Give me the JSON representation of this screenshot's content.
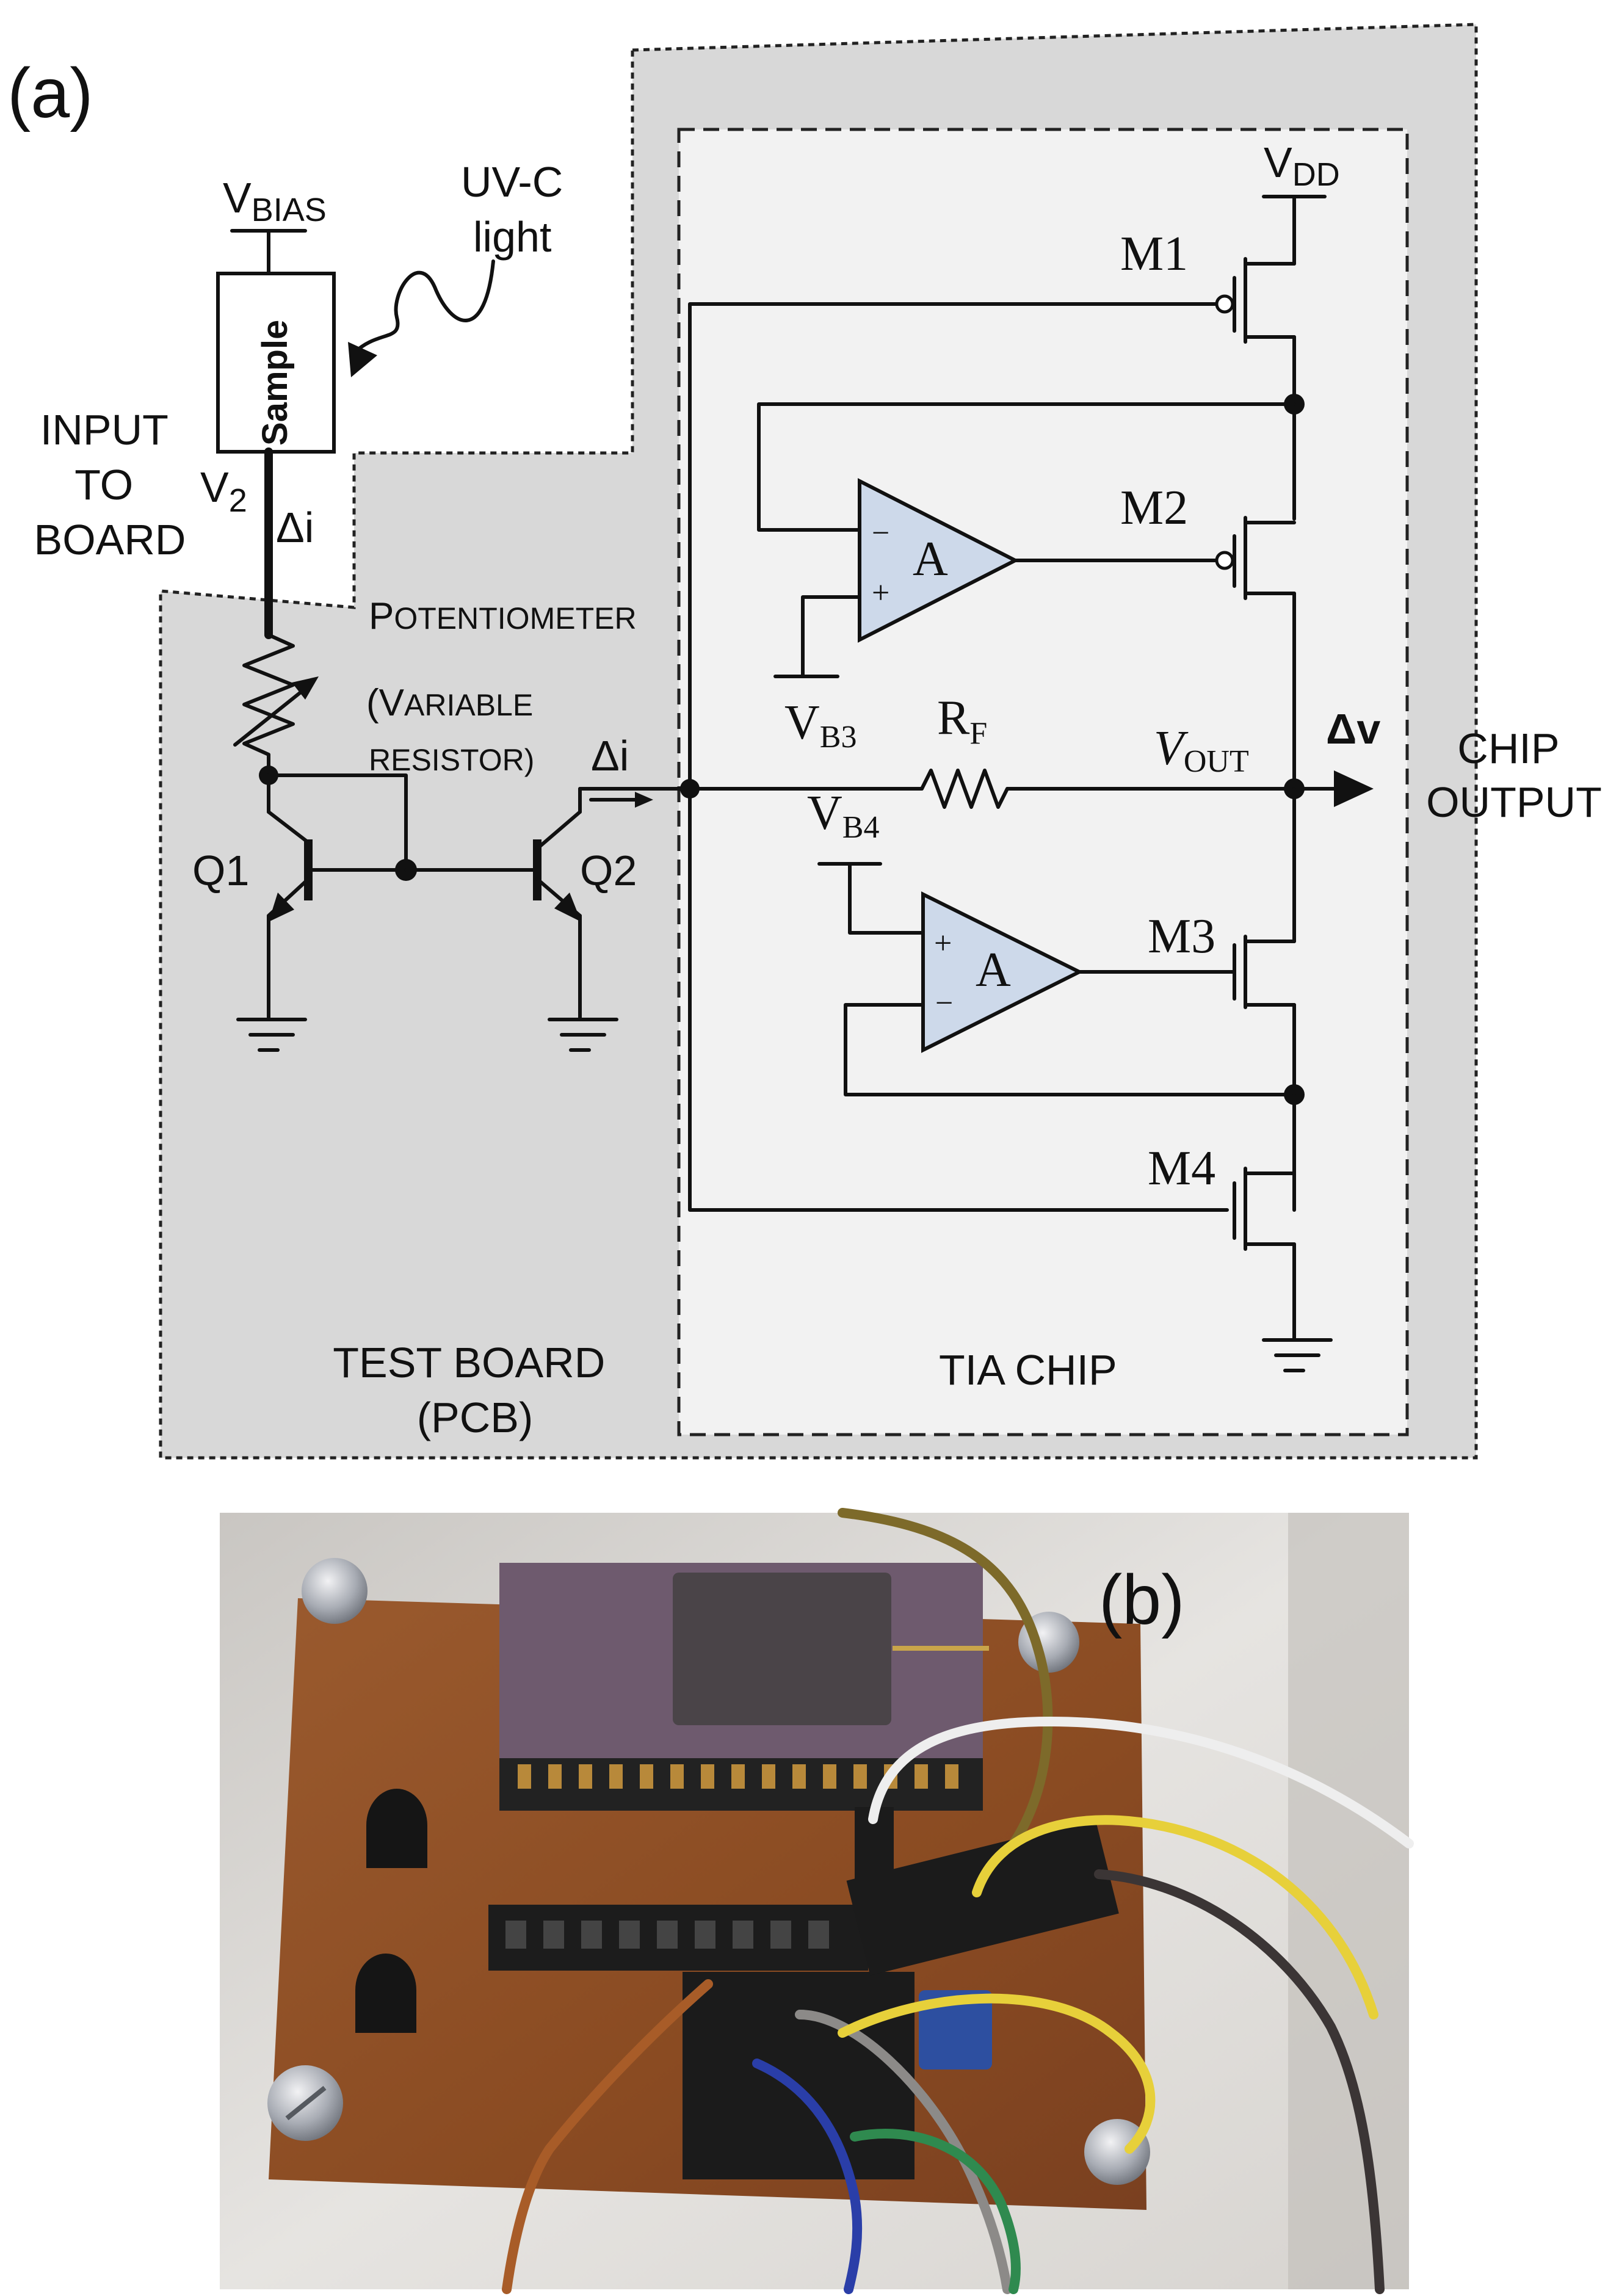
{
  "panel_a": {
    "panel_label": "(a)",
    "vbias": {
      "main": "V",
      "sub": "BIAS"
    },
    "uv_label": [
      "UV-C",
      "light"
    ],
    "sample_label": "Sample",
    "input_to_board": [
      "INPUT",
      "TO",
      "BOARD"
    ],
    "v2": {
      "main": "V",
      "sub": "2"
    },
    "delta_i": "Δi",
    "potentiometer": {
      "P": "P",
      "rest": "OTENTIOMETER"
    },
    "variable_resistor": {
      "line1_open": "(V",
      "line1_rest": "ARIABLE",
      "line2": "RESISTOR)"
    },
    "q1": "Q1",
    "q2": "Q2",
    "delta_i_2": "Δi",
    "test_board": [
      "TEST BOARD",
      "(PCB)"
    ],
    "tia_chip": "TIA CHIP",
    "vdd": {
      "main": "V",
      "sub": "DD"
    },
    "m1": "M1",
    "m2": "M2",
    "m3": "M3",
    "m4": "M4",
    "amp_a": "A",
    "minus": "−",
    "plus": "+",
    "vb3": {
      "main": "V",
      "sub": "B3"
    },
    "vb4": {
      "main": "V",
      "sub": "B4"
    },
    "rf": {
      "main": "R",
      "sub": "F"
    },
    "vout": {
      "main": "V",
      "sub": "OUT"
    },
    "delta_v": "Δv",
    "chip_output": [
      "CHIP",
      "OUTPUT"
    ]
  },
  "panel_b": {
    "panel_label": "(b)"
  },
  "colors": {
    "board_fill": "#d8d8d8",
    "chip_fill": "#f2f2f2",
    "amp_fill": "#cdd9ea",
    "pcb_color": "#8a4b22",
    "ic_color": "#6e5a6e"
  }
}
